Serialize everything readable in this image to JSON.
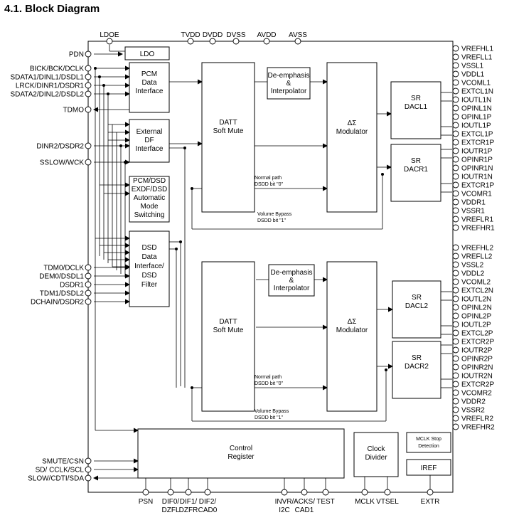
{
  "title": "4.1. Block Diagram",
  "top_pins": [
    "LDOE",
    "TVDD",
    "DVDD",
    "DVSS",
    "AVDD",
    "AVSS"
  ],
  "left_pins": [
    "PDN",
    "BICK/BCK/DCLK",
    "SDATA1/DINL1/DSDL1",
    "LRCK/DINR1/DSDR1",
    "SDATA2/DINL2/DSDL2",
    "TDMO",
    "DINR2/DSDR2",
    "SSLOW/WCK",
    "TDM0/DCLK",
    "DEM0/DSDL1",
    "DSDR1",
    "TDM1/DSDL2",
    "DCHAIN/DSDR2",
    "SMUTE/CSN",
    "SD/ CCLK/SCL",
    "SLOW/CDTI/SDA"
  ],
  "right_pins": [
    "VREFHL1",
    "VREFLL1",
    "VSSL1",
    "VDDL1",
    "VCOML1",
    "EXTCL1N",
    "IOUTL1N",
    "OPINL1N",
    "OPINL1P",
    "IOUTL1P",
    "EXTCL1P",
    "EXTCR1P",
    "IOUTR1P",
    "OPINR1P",
    "OPINR1N",
    "IOUTR1N",
    "EXTCR1P",
    "VCOMR1",
    "VDDR1",
    "VSSR1",
    "VREFLR1",
    "VREFHR1",
    "VREFHL2",
    "VREFLL2",
    "VSSL2",
    "VDDL2",
    "VCOML2",
    "EXTCL2N",
    "IOUTL2N",
    "OPINL2N",
    "OPINL2P",
    "IOUTL2P",
    "EXTCL2P",
    "EXTCR2P",
    "IOUTR2P",
    "OPINR2P",
    "OPINR2N",
    "IOUTR2N",
    "EXTCR2P",
    "VCOMR2",
    "VDDR2",
    "VSSR2",
    "VREFLR2",
    "VREFHR2"
  ],
  "bottom_pins": [
    {
      "l1": "PSN",
      "l2": ""
    },
    {
      "l1": "DIF0/",
      "l2": "DZFL"
    },
    {
      "l1": "DIF1/",
      "l2": "DZFR"
    },
    {
      "l1": "DIF2/",
      "l2": "CAD0"
    },
    {
      "l1": "INVR/",
      "l2": "I2C"
    },
    {
      "l1": "ACKS/",
      "l2": "CAD1"
    },
    {
      "l1": "TEST",
      "l2": ""
    },
    {
      "l1": "MCLK",
      "l2": ""
    },
    {
      "l1": "VTSEL",
      "l2": ""
    },
    {
      "l1": "EXTR",
      "l2": ""
    }
  ],
  "blocks": {
    "ldo": [
      "LDO"
    ],
    "pcm": [
      "PCM",
      "Data",
      "Interface"
    ],
    "extdf": [
      "External",
      "DF",
      "Interface"
    ],
    "switch": [
      "PCM/DSD",
      "EXDF/DSD",
      "Automatic",
      "Mode",
      "Switching"
    ],
    "dsd": [
      "DSD",
      "Data",
      "Interface/",
      "DSD",
      "Filter"
    ],
    "datt1": [
      "DATT",
      "Soft Mute"
    ],
    "datt2": [
      "DATT",
      "Soft Mute"
    ],
    "deemph1": [
      "De-emphasis",
      "&",
      "Interpolator"
    ],
    "deemph2": [
      "De-emphasis",
      "&",
      "Interpolator"
    ],
    "mod1": [
      "ΔΣ",
      "Modulator"
    ],
    "mod2": [
      "ΔΣ",
      "Modulator"
    ],
    "dacl1": [
      "SR",
      "DACL1"
    ],
    "dacr1": [
      "SR",
      "DACR1"
    ],
    "dacl2": [
      "SR",
      "DACL2"
    ],
    "dacr2": [
      "SR",
      "DACR2"
    ],
    "control": [
      "Control",
      "Register"
    ],
    "clock": [
      "Clock",
      "Divider"
    ],
    "mclkstop": [
      "MCLK Stop",
      "Detection"
    ],
    "iref": [
      "IREF"
    ]
  },
  "path_labels": {
    "normal1": [
      "Normal path",
      "DSDD bit \"0\""
    ],
    "bypass1": [
      "Volume Bypass",
      "DSDD bit \"1\""
    ],
    "normal2": [
      "Normal path",
      "DSDD bit \"0\""
    ],
    "bypass2": [
      "Volume Bypass",
      "DSDD bit \"1\""
    ]
  }
}
